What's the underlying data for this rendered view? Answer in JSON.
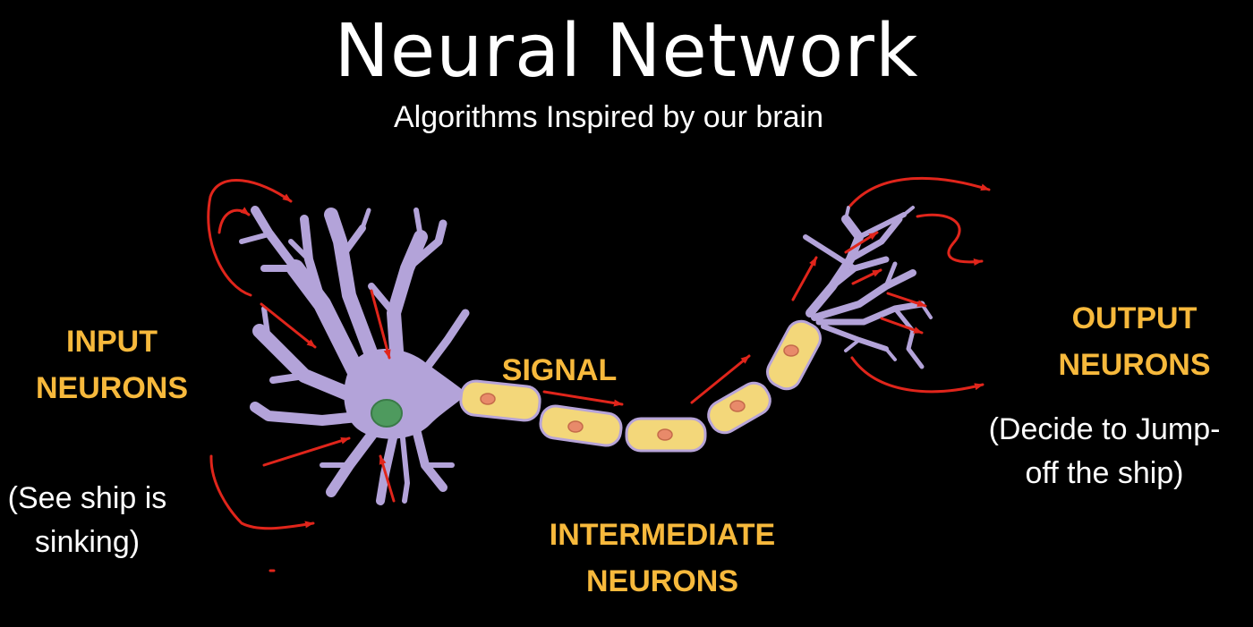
{
  "title": "Neural Network",
  "subtitle": "Algorithms Inspired by our brain",
  "labels": {
    "input": [
      "INPUT",
      "NEURONS"
    ],
    "signal": "SIGNAL",
    "intermediate": [
      "INTERMEDIATE",
      "NEURONS"
    ],
    "output": [
      "OUTPUT",
      "NEURONS"
    ]
  },
  "notes": {
    "input": [
      "(See ship is",
      "sinking)"
    ],
    "output": [
      "(Decide to Jump-",
      "off the ship)"
    ]
  },
  "colors": {
    "background": "#000000",
    "neuron": "#b3a3d9",
    "axon_segment": "#f3d77a",
    "segment_nucleus": "#e88a6a",
    "soma_nucleus": "#4e9a5e",
    "arrow": "#e0251b",
    "label": "#f7b93c",
    "text": "#ffffff"
  }
}
